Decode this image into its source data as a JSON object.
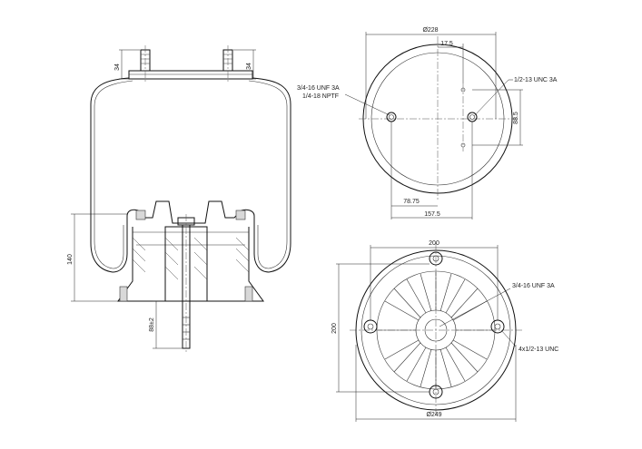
{
  "labels": {
    "side_height_left": "34",
    "side_height_right": "34",
    "side_total_height": "140",
    "side_stud": "88±2",
    "top_diameter": "Ø228",
    "top_offset": "17.5",
    "top_thread_a": "1/2-13 UNC 3A",
    "top_thread_b_line1": "3/4-16 UNF 3A",
    "top_thread_b_line2": "1/4-18 NPTF",
    "top_vertical": "88.5",
    "top_dim_small": "78.75",
    "top_dim_large": "157.5",
    "bottom_width": "200",
    "bottom_height": "200",
    "bottom_thread_a": "3/4-16 UNF 3A",
    "bottom_thread_b": "4x1/2-13 UNC",
    "bottom_diameter": "Ø249"
  },
  "colors": {
    "line": "#111111",
    "fill_gray": "#d8d8d8"
  }
}
